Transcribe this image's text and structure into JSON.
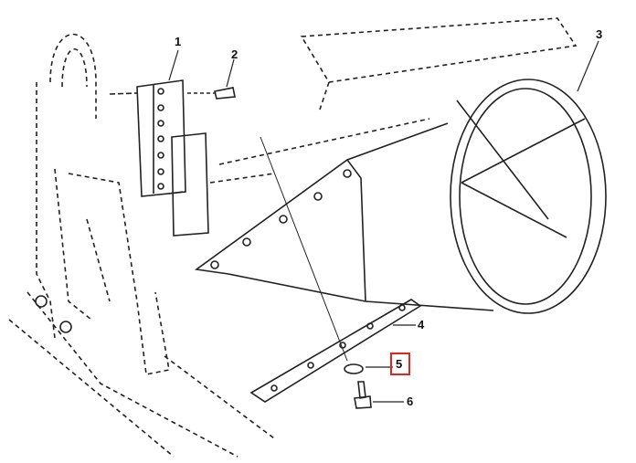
{
  "callouts": [
    {
      "id": "1",
      "label": "1"
    },
    {
      "id": "2",
      "label": "2"
    },
    {
      "id": "3",
      "label": "3"
    },
    {
      "id": "4",
      "label": "4"
    },
    {
      "id": "5",
      "label": "5"
    },
    {
      "id": "6",
      "label": "6"
    }
  ],
  "highlight": {
    "callout": "5",
    "color": "#e8231c"
  }
}
